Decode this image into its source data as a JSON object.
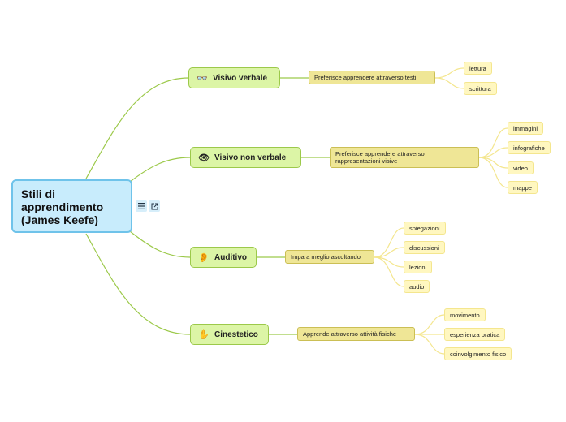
{
  "root": {
    "title": "Stili di apprendimento (James Keefe)"
  },
  "root_tools": {
    "notes_icon": "list-icon",
    "link_icon": "external-link-icon"
  },
  "colors": {
    "root_fill": "#c8ecfc",
    "root_border": "#6fc3ea",
    "branch_fill": "#dcf5a6",
    "branch_line": "#9cc94a",
    "desc_fill": "#efe696",
    "leaf_fill": "#fff7c0",
    "leaf_line": "#f4e68e"
  },
  "branches": [
    {
      "label": "Visivo verbale",
      "icon": "glasses-icon",
      "glyph": "👓",
      "description": "Preferisce apprendere attraverso testi",
      "leaves": [
        "lettura",
        "scrittura"
      ]
    },
    {
      "label": "Visivo non verbale",
      "icon": "eye-icon",
      "glyph": "👁",
      "description": "Preferisce apprendere attraverso rappresentazioni visive",
      "leaves": [
        "immagini",
        "infografiche",
        "video",
        "mappe"
      ]
    },
    {
      "label": "Auditivo",
      "icon": "ear-icon",
      "glyph": "👂",
      "description": "Impara meglio ascoltando",
      "leaves": [
        "spiegazioni",
        "discussioni",
        "lezioni",
        "audio"
      ]
    },
    {
      "label": "Cinestetico",
      "icon": "hand-icon",
      "glyph": "✋",
      "description": "Apprende attraverso attività fisiche",
      "leaves": [
        "movimento",
        "esperienza pratica",
        "coinvolgimento fisico"
      ]
    }
  ]
}
